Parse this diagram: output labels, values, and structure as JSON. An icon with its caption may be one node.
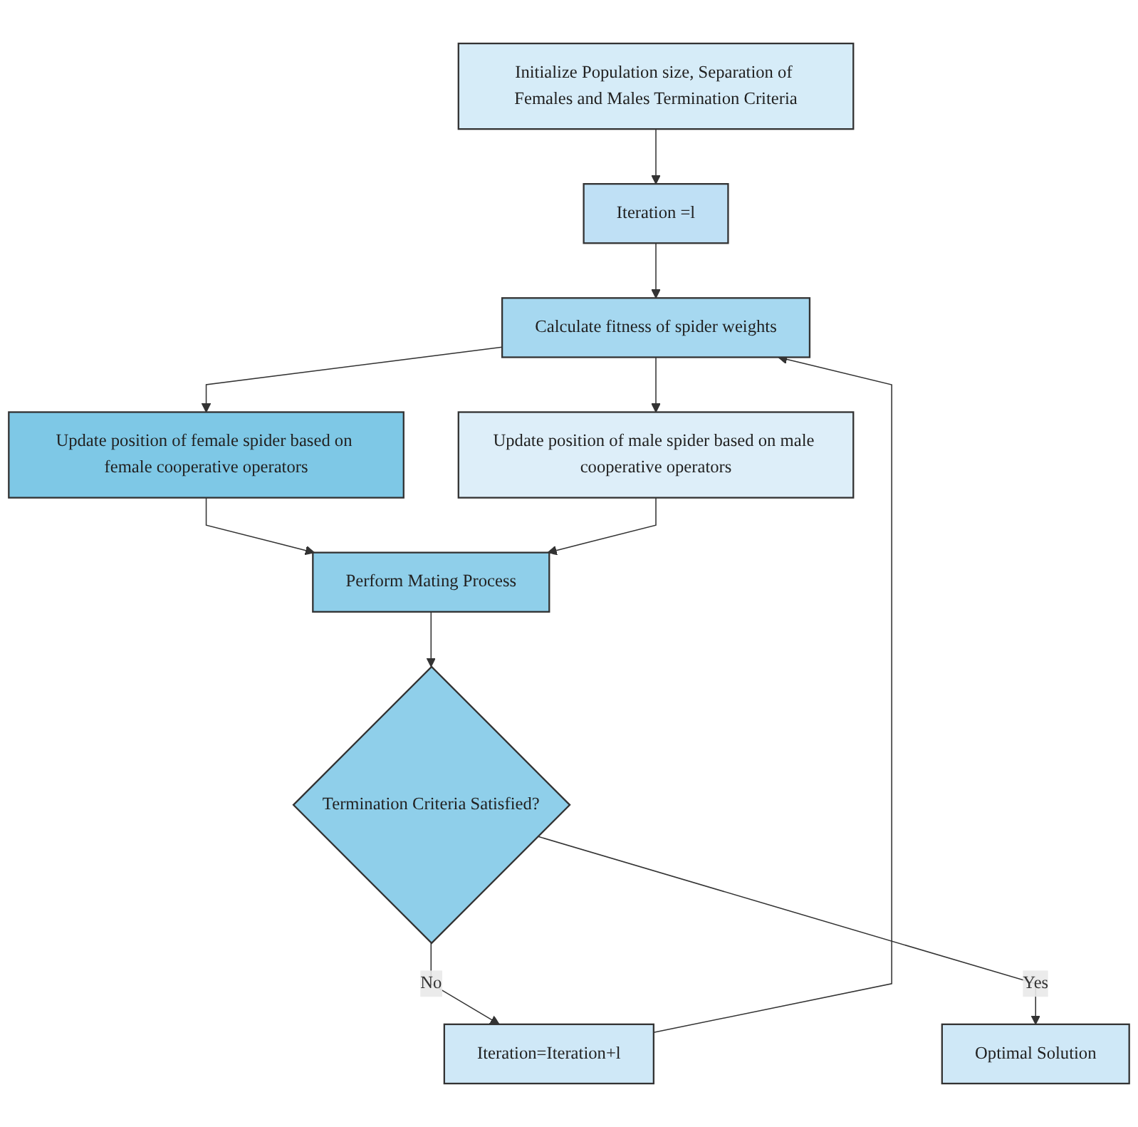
{
  "diagram": {
    "nodes": [
      {
        "text": [
          "Initialize Population size, Separation of Females and Males Termination Criteria"
        ]
      },
      {
        "text": [
          "Iteration =l"
        ]
      },
      {
        "text": [
          "Calculate fitness of spider weights"
        ]
      },
      {
        "text": [
          "Update position of female spider based on female cooperative operators"
        ]
      },
      {
        "text": [
          "Update position of male spider based on male cooperative operators"
        ]
      },
      {
        "text": [
          "Perform Mating Process"
        ]
      },
      {
        "text": [
          "Termination Criteria Satisfied?"
        ]
      },
      {
        "text": [
          "Optimal Solution"
        ]
      },
      {
        "text": [
          "Iteration=Iteration+l"
        ]
      }
    ],
    "edges": [
      {
        "from": 0,
        "to": 1,
        "arrow": "to"
      },
      {
        "from": 1,
        "to": 2,
        "arrow": "to"
      },
      {
        "from": 2,
        "to": 3,
        "arrow": "to"
      },
      {
        "from": 2,
        "to": 4,
        "arrow": "to"
      },
      {
        "from": 3,
        "to": 5,
        "arrow": "to"
      },
      {
        "from": 4,
        "to": 5,
        "arrow": "to"
      },
      {
        "from": 5,
        "to": 6,
        "arrow": "to"
      },
      {
        "from": 6,
        "to": 8,
        "label": "No",
        "arrow": "to"
      },
      {
        "from": 6,
        "to": 7,
        "label": "Yes",
        "arrow": "to"
      },
      {
        "from": 8,
        "to": 2,
        "arrow": "to"
      }
    ]
  }
}
